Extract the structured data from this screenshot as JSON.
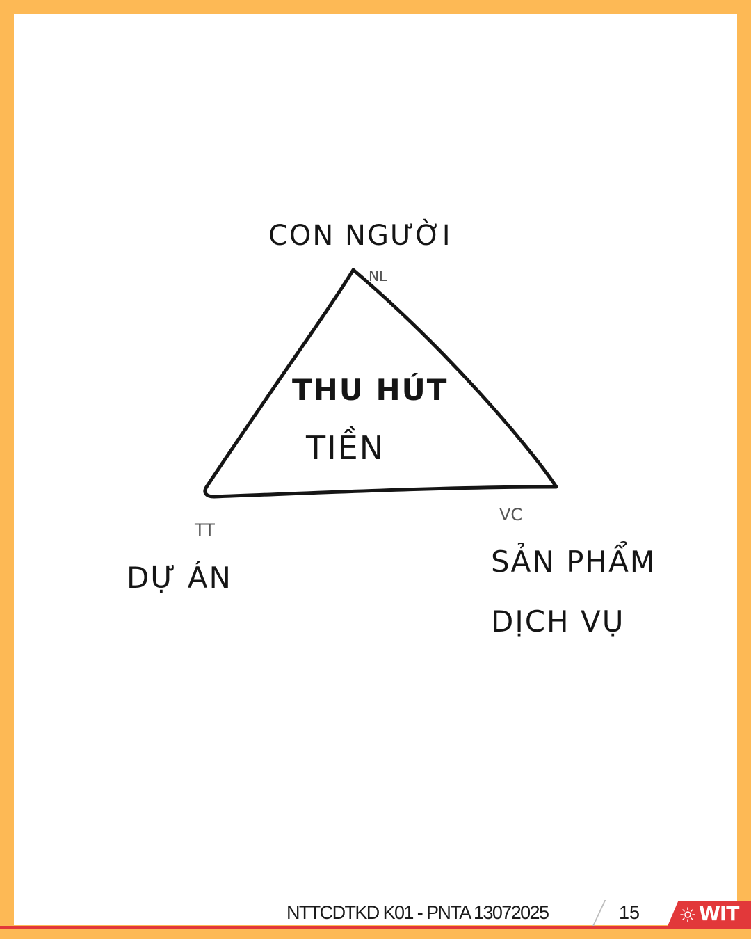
{
  "diagram": {
    "top_label": "CON NGƯỜI",
    "top_tag": "NL",
    "center_line1": "THU HÚT",
    "center_line2": "TIỀN",
    "left_tag": "TT",
    "left_label": "DỰ ÁN",
    "right_tag": "VC",
    "right_label_line1": "SẢN PHẨM",
    "right_label_line2": "DỊCH VỤ"
  },
  "footer": {
    "text": "NTTCDTKD K01 - PNTA  13072025",
    "page_number": "15",
    "logo_text": "WIT"
  },
  "colors": {
    "frame": "#FDB955",
    "accent": "#E2383A",
    "ink": "#151515"
  }
}
